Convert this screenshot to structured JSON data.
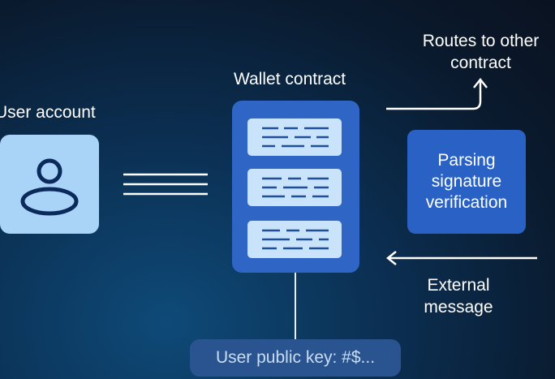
{
  "nodes": {
    "user_account": "User account",
    "wallet_contract": "Wallet contract",
    "parsing": "Parsing\nsignature\nverification",
    "routes": "Routes to other\ncontract",
    "external": "External\nmessage",
    "public_key": "User public key: #$..."
  },
  "colors": {
    "background": "#0b2f52",
    "user_card": "#a9d4f7",
    "wallet_box": "#2f66c6",
    "record": "#c8e3fa",
    "parse_box": "#2962c4",
    "pill": "#2a5490",
    "icon_stroke": "#0a2a5c"
  },
  "icons": {
    "user": "person-icon"
  }
}
